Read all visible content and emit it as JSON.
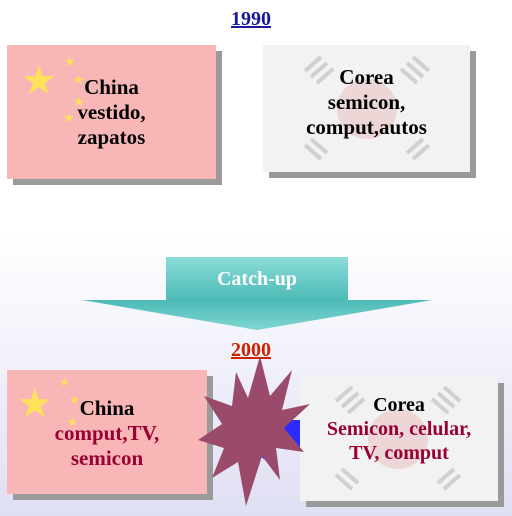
{
  "panel_1990": {
    "year": "1990",
    "china": {
      "name": "China",
      "lines": [
        "vestido,",
        "zapatos"
      ]
    },
    "corea": {
      "name": "Corea",
      "lines": [
        "semicon,",
        "comput,autos"
      ]
    }
  },
  "transition": {
    "label": "Catch-up"
  },
  "panel_2000": {
    "year": "2000",
    "china": {
      "name": "China",
      "lines": [
        "comput,TV,",
        "semicon"
      ]
    },
    "corea": {
      "name": "Corea",
      "lines": [
        "Semicon, celular,",
        "TV, comput"
      ]
    }
  },
  "colors": {
    "year_1990": "#1a1a99",
    "year_2000": "#cc2200",
    "china_bg": "#f8b6b6",
    "corea_bg": "#f2f2f2",
    "highlight_text": "#990033",
    "catchup_teal": "#4cbab6",
    "arrow_blue": "#2b2bff",
    "burst": "#9a4a6a"
  },
  "icons": [
    "china-flag-star-icon",
    "korea-flag-mark-icon",
    "collision-burst-icon",
    "down-arrow-icon"
  ]
}
